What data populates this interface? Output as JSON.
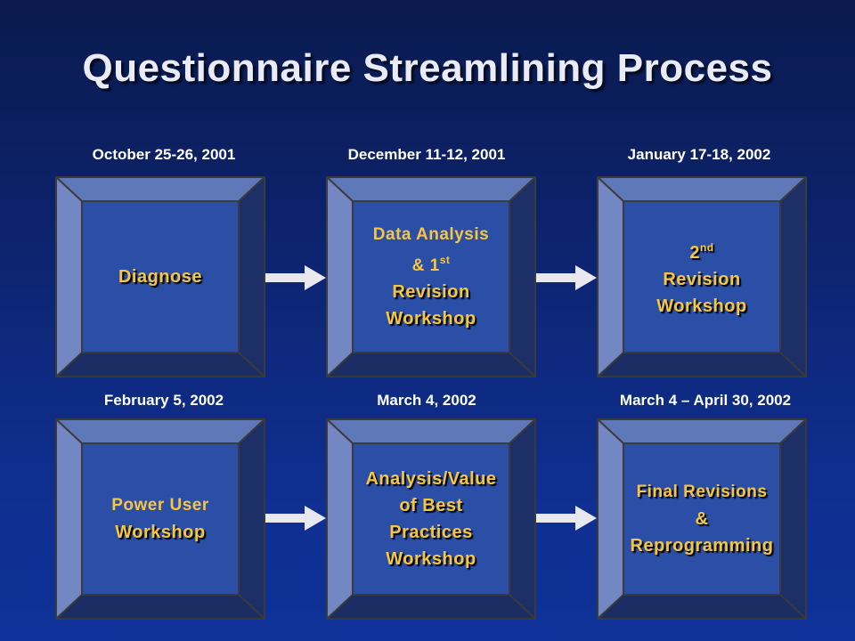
{
  "title": "Questionnaire Streamlining Process",
  "steps": [
    {
      "date": "October 25-26, 2001",
      "lines": [
        "Diagnose"
      ],
      "color": "gold"
    },
    {
      "date": "December 11-12, 2001",
      "lines": [
        "Data Analysis",
        "& 1st",
        "Revision",
        "Workshop"
      ],
      "color": "mixed"
    },
    {
      "date": "January 17-18, 2002",
      "lines": [
        "2nd",
        "Revision",
        "Workshop"
      ],
      "color": "gold"
    },
    {
      "date": "February 5, 2002",
      "lines": [
        "Power User",
        "Workshop"
      ],
      "color": "mixed"
    },
    {
      "date": "March 4, 2002",
      "lines": [
        "Analysis/Value",
        "of Best",
        "Practices",
        "Workshop"
      ],
      "color": "gold"
    },
    {
      "date": "March 4 – April 30, 2002",
      "lines": [
        "Final Revisions",
        "&",
        "Reprogramming"
      ],
      "color": "mixed"
    }
  ],
  "colors": {
    "box_face": "#2b4ea6",
    "bevel_top": "#5f78b8",
    "bevel_left": "#7387c2",
    "bevel_right": "#1c2f66",
    "bevel_bottom": "#1b2d62",
    "label_gold": "#f7c641",
    "label_cyan": "#3fc0ff",
    "arrow": "#e8e8ee"
  }
}
